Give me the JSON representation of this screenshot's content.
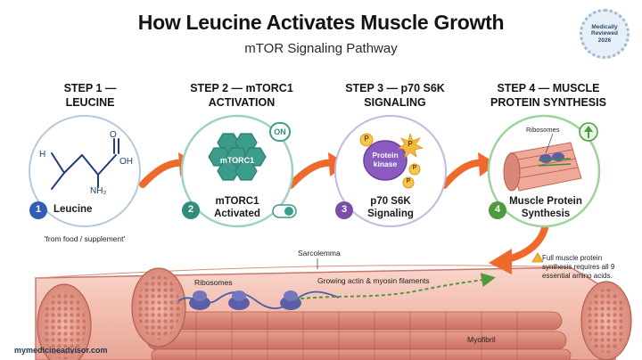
{
  "header": {
    "title": "How Leucine Activates Muscle Growth",
    "subtitle": "mTOR Signaling Pathway",
    "badge": {
      "line1": "Medically",
      "line2": "Reviewed",
      "line3": "2026"
    }
  },
  "steps": [
    {
      "number": "1",
      "head_line1": "STEP 1 —",
      "head_line2": "LEUCINE",
      "label_line1": "Leucine",
      "label_line2": "",
      "color": "#2f5fb5"
    },
    {
      "number": "2",
      "head_line1": "STEP 2 — mTORC1",
      "head_line2": "ACTIVATION",
      "label_line1": "mTORC1",
      "label_line2": "Activated",
      "color": "#2f8d7c"
    },
    {
      "number": "3",
      "head_line1": "STEP 3 — p70 S6K",
      "head_line2": "SIGNALING",
      "label_line1": "p70 S6K",
      "label_line2": "Signaling",
      "color": "#7a4ea6"
    },
    {
      "number": "4",
      "head_line1": "STEP 4 — MUSCLE",
      "head_line2": "PROTEIN SYNTHESIS",
      "label_line1": "Muscle Protein",
      "label_line2": "Synthesis",
      "color": "#4f9a3e"
    }
  ],
  "molecule": {
    "h": "H",
    "oh": "OH",
    "o": "O",
    "nh2": "NH₂"
  },
  "step1_caption": "'from food / supplement'",
  "step2": {
    "complex_label": "mTORC1",
    "on_label": "ON"
  },
  "step3": {
    "kinase_line1": "Protein",
    "kinase_line2": "kinase",
    "phosphate": "P"
  },
  "step4": {
    "ribosomes": "Ribosomes"
  },
  "muscle": {
    "sarcolemma": "Sarcolemma",
    "ribosomes": "Ribosomes",
    "filaments": "Growing actin & myosin filaments",
    "myofibril": "Myofibril"
  },
  "note": {
    "text_line1": "Full muscle protein",
    "text_line2": "synthesis requires all 9",
    "text_line3": "essential amino acids."
  },
  "footer": "mymedicineadvisor.com",
  "colors": {
    "arrow": "#ee6a2c",
    "muscle_fill": "#f6c8bd",
    "muscle_dark": "#c96f63",
    "teal": "#3b9c8c",
    "purple": "#8a5cbf",
    "green": "#5aa84a"
  }
}
